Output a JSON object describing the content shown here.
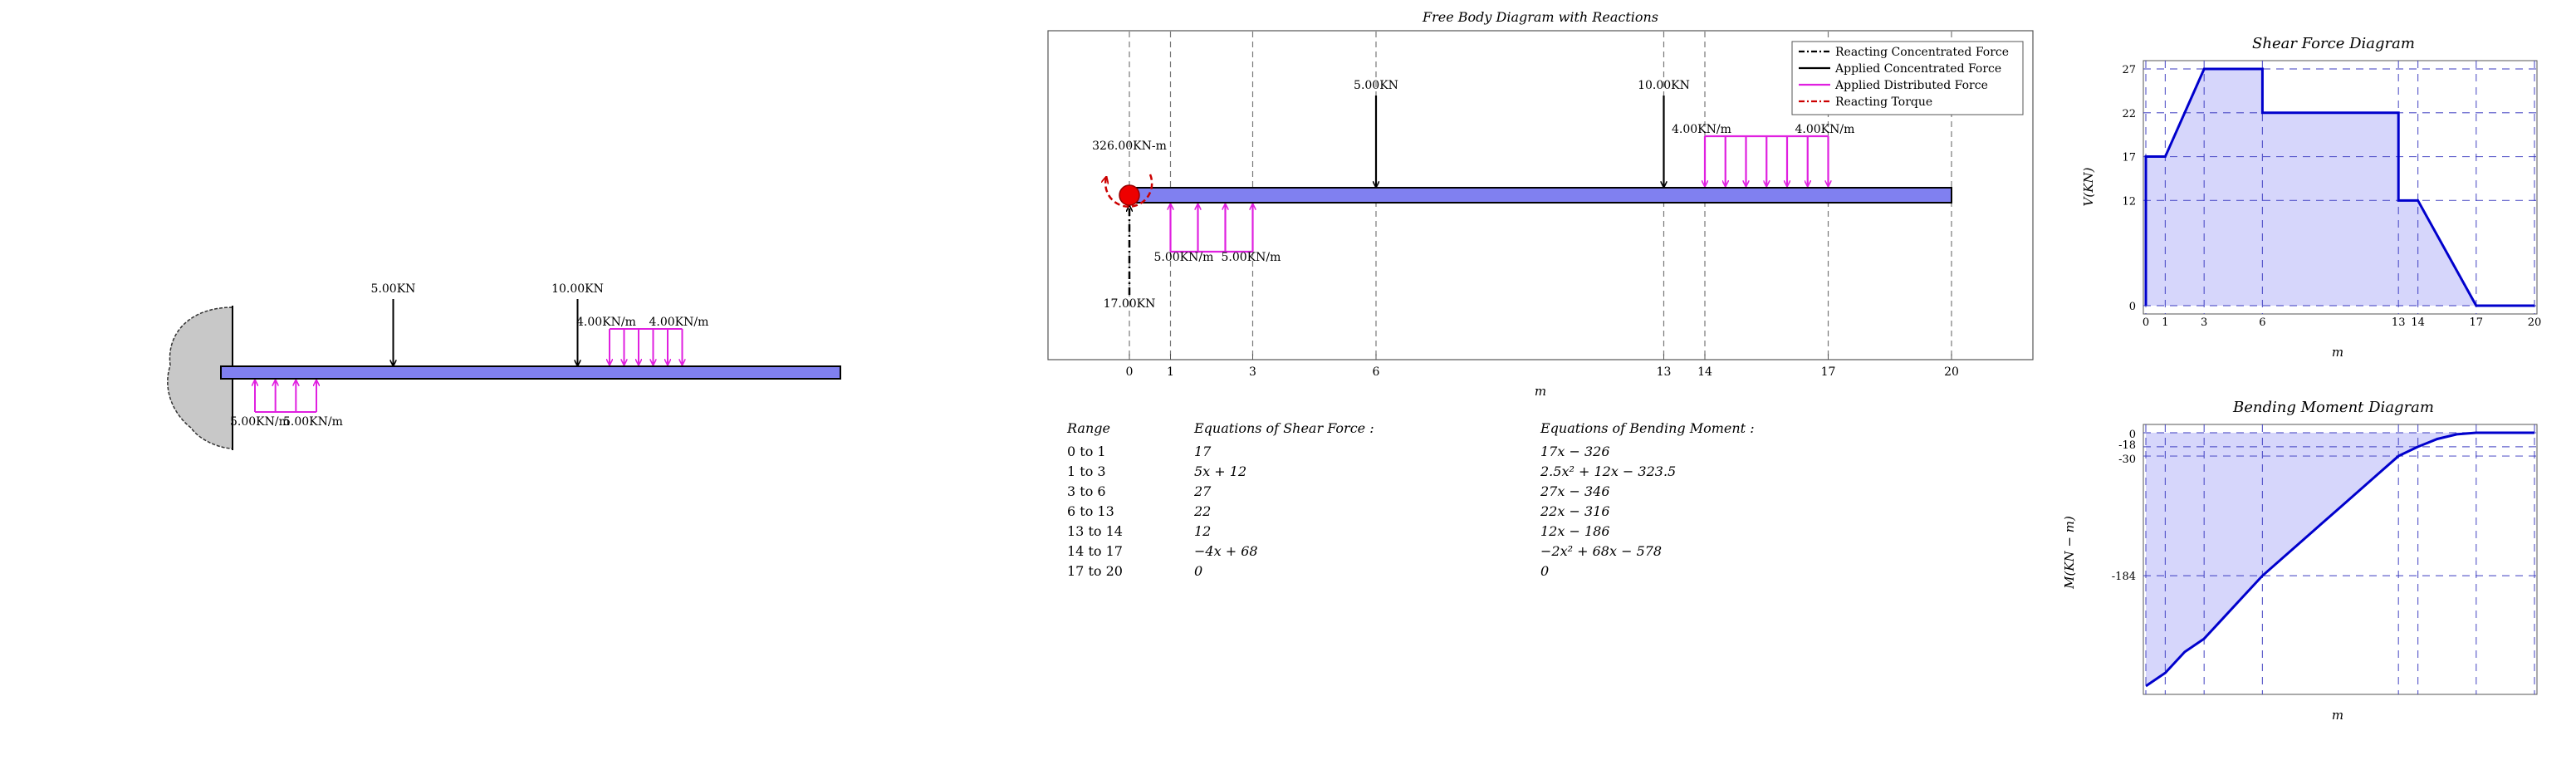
{
  "beam_sketch": {
    "point_loads": [
      {
        "position": 5.5,
        "label": "5.00KN"
      },
      {
        "position": 11.5,
        "label": "10.00KN"
      }
    ],
    "udl_up": {
      "from": 1,
      "to": 3,
      "labels": [
        "5.00KN/m",
        "5.00KN/m"
      ]
    },
    "udl_down": {
      "from": 12,
      "to": 14.5,
      "labels": [
        "4.00KN/m",
        "4.00KN/m"
      ]
    }
  },
  "fbd": {
    "title": "Free Body Diagram with Reactions",
    "xlabel": "m",
    "x_ticks": [
      0,
      1,
      3,
      6,
      13,
      14,
      17,
      20
    ],
    "legend": {
      "items": [
        {
          "label": "Reacting Concentrated Force",
          "color": "#000000",
          "style": "dashdot"
        },
        {
          "label": "Applied Concentrated Force",
          "color": "#000000",
          "style": "solid"
        },
        {
          "label": "Applied Distributed Force",
          "color": "#e020e0",
          "style": "solid"
        },
        {
          "label": "Reacting Torque",
          "color": "#cc0000",
          "style": "dashdot"
        }
      ]
    },
    "reaction_force": {
      "position": 0,
      "label": "17.00KN"
    },
    "reaction_torque": {
      "position": 0,
      "label": "326.00KN-m"
    },
    "point_loads": [
      {
        "position": 6,
        "label": "5.00KN"
      },
      {
        "position": 13,
        "label": "10.00KN"
      }
    ],
    "udl_up": {
      "from": 1,
      "to": 3,
      "labels": [
        "5.00KN/m",
        "5.00KN/m"
      ]
    },
    "udl_down": {
      "from": 14,
      "to": 17,
      "labels": [
        "4.00KN/m",
        "4.00KN/m"
      ]
    }
  },
  "equations": {
    "headers": [
      "Range",
      "Equations of Shear Force :",
      "Equations of Bending Moment :"
    ],
    "rows": [
      [
        "0 to 1",
        "17",
        "17x − 326"
      ],
      [
        "1 to 3",
        "5x + 12",
        "2.5x² + 12x − 323.5"
      ],
      [
        "3 to 6",
        "27",
        "27x − 346"
      ],
      [
        "6 to 13",
        "22",
        "22x − 316"
      ],
      [
        "13 to 14",
        "12",
        "12x − 186"
      ],
      [
        "14 to 17",
        "−4x + 68",
        "−2x² + 68x − 578"
      ],
      [
        "17 to 20",
        "0",
        "0"
      ]
    ]
  },
  "colors": {
    "beam_fill": "#8080f0",
    "applied_distributed": "#e020e0",
    "reaction_torque": "#cc0000",
    "diagram_line": "#0000cc",
    "diagram_fill": "#d6d6fb",
    "grid_dash": "#3a3ac0"
  },
  "chart_data": [
    {
      "type": "area",
      "title": "Shear Force Diagram",
      "xlabel": "m",
      "ylabel": "V(KN)",
      "x_ticks": [
        0,
        1,
        3,
        6,
        13,
        14,
        17,
        20
      ],
      "y_ticks": [
        0,
        12,
        17,
        22,
        27
      ],
      "xlim": [
        0,
        20
      ],
      "ylim": [
        0,
        27
      ],
      "x": [
        0,
        0,
        1,
        3,
        6,
        6,
        13,
        13,
        14,
        17,
        20
      ],
      "y": [
        0,
        17,
        17,
        27,
        27,
        22,
        22,
        12,
        12,
        0,
        0
      ]
    },
    {
      "type": "area",
      "title": "Bending Moment Diagram",
      "xlabel": "m",
      "ylabel": "M(KN − m)",
      "y_ticks": [
        0,
        -18,
        -30,
        -184
      ],
      "y_tick_labels": [
        "0",
        "-18",
        "-30",
        "-184"
      ],
      "xlim": [
        0,
        20
      ],
      "ylim": [
        -326,
        0
      ],
      "x": [
        0,
        1,
        2,
        3,
        4,
        5,
        6,
        8,
        10,
        12,
        13,
        14,
        15,
        16,
        17,
        18,
        20
      ],
      "y": [
        -326,
        -309,
        -282,
        -265,
        -238,
        -211,
        -184,
        -140,
        -96,
        -52,
        -30,
        -18,
        -8,
        -2,
        0,
        0,
        0
      ]
    }
  ]
}
